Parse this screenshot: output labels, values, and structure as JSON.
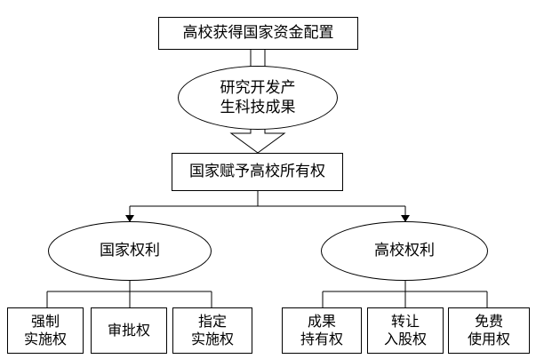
{
  "nodes": {
    "funding": "高校获得国家资金配置",
    "research": "研究开发产\n生科技成果",
    "state_grant": "国家赋予高校所有权",
    "state_rights": "国家权利",
    "university_rights": "高校权利",
    "state_children": [
      "强制\n实施权",
      "审批权",
      "指定\n实施权"
    ],
    "university_children": [
      "成果\n持有权",
      "转让\n入股权",
      "免费\n使用权"
    ]
  }
}
